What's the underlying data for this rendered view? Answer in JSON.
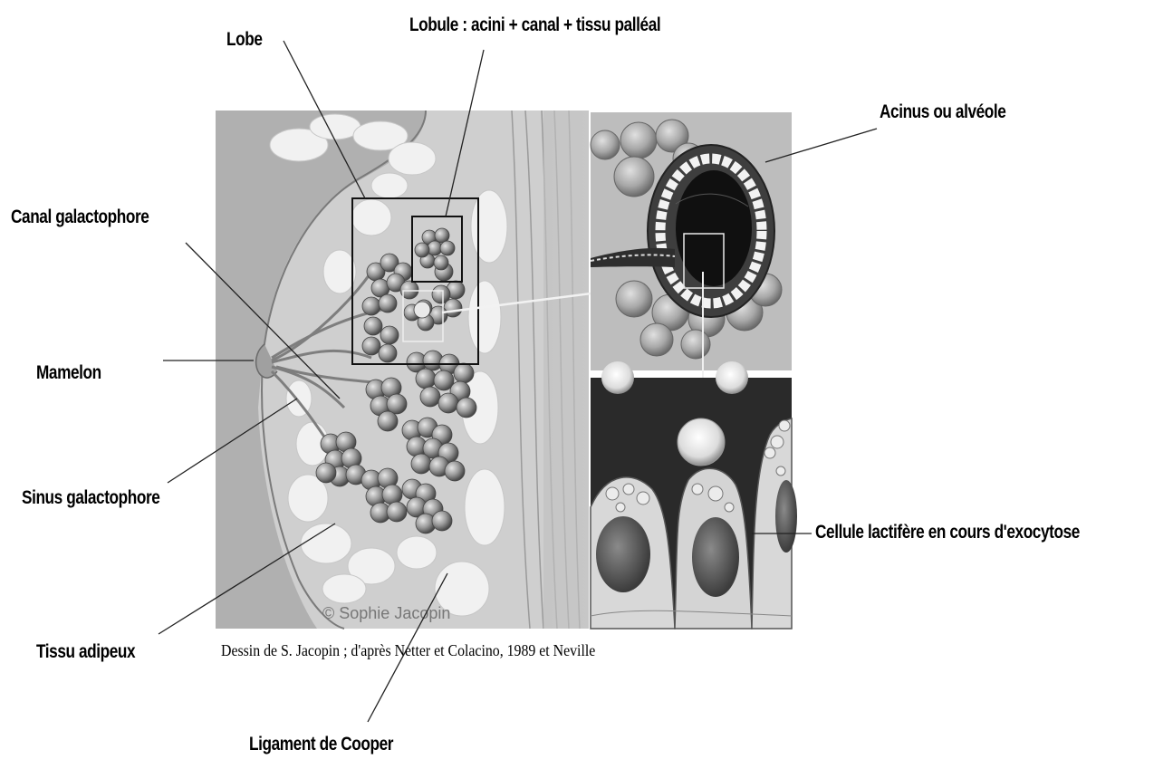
{
  "labels": {
    "lobe": "Lobe",
    "lobule": "Lobule : acini + canal + tissu palléal",
    "acinus": "Acinus ou alvéole",
    "canal_galactophore": "Canal galactophore",
    "mamelon": "Mamelon",
    "sinus_galactophore": "Sinus galactophore",
    "tissu_adipeux": "Tissu adipeux",
    "ligament": "Ligament de Cooper",
    "cellule": "Cellule lactifère en cours d'exocytose"
  },
  "caption": "Dessin de S. Jacopin ; d'après Netter et Colacino, 1989 et Neville",
  "watermark": "© Sophie Jacopin",
  "colors": {
    "panel_bg": "#bdbdbd",
    "lobule_fill": "#8f8f8f",
    "fat": "#efefef",
    "cell_dark": "#5a5a5a"
  }
}
